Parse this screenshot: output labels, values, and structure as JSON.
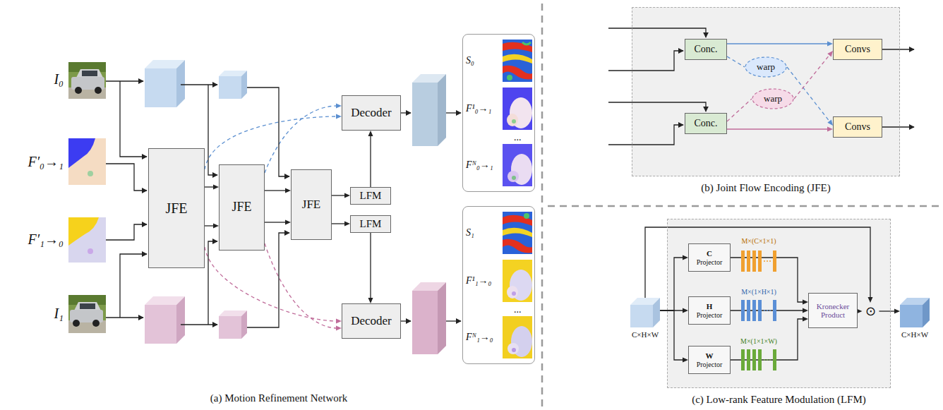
{
  "diagram": {
    "nodes": [
      {
        "text": [
          "JFE"
        ]
      },
      {
        "text": [
          "JFE"
        ]
      },
      {
        "text": [
          "JFE"
        ]
      },
      {
        "text": [
          "LFM"
        ]
      },
      {
        "text": [
          "LFM"
        ]
      },
      {
        "text": [
          "Decoder"
        ]
      },
      {
        "text": [
          "Decoder"
        ]
      },
      {
        "text": [
          "S₀",
          "F¹₀→₁",
          "...",
          "Fᴺ₀→₁"
        ]
      },
      {
        "text": [
          "S₁",
          "F¹₁→₀",
          "...",
          "Fᴺ₁→₀"
        ]
      },
      {
        "text": [
          "(b) Joint Flow Encoding (JFE)"
        ]
      },
      {
        "text": [
          "Conc."
        ],
        "in": 9
      },
      {
        "text": [
          "Conc."
        ],
        "in": 9
      },
      {
        "text": [
          "warp"
        ],
        "in": 9
      },
      {
        "text": [
          "warp"
        ],
        "in": 9
      },
      {
        "text": [
          "Convs"
        ],
        "in": 9
      },
      {
        "text": [
          "Convs"
        ],
        "in": 9
      },
      {
        "text": [
          "C×H×W"
        ]
      },
      {
        "text": [
          "(c) Low-rank Feature Modulation (LFM)"
        ]
      },
      {
        "text": [
          "C",
          "Projector"
        ],
        "in": 17
      },
      {
        "text": [
          "H",
          "Projector"
        ],
        "in": 17
      },
      {
        "text": [
          "W",
          "Projector"
        ],
        "in": 17
      },
      {
        "text": [
          "Kronecker Product"
        ],
        "in": 17
      },
      {
        "text": [
          "⊙"
        ],
        "in": 17
      },
      {
        "text": [
          "C×H×W"
        ]
      }
    ],
    "edges": [
      {
        "from": 0,
        "to": 1,
        "arrow": "to"
      },
      {
        "from": 0,
        "to": 1,
        "arrow": "to"
      },
      {
        "from": 1,
        "to": 2,
        "arrow": "to"
      },
      {
        "from": 1,
        "to": 2,
        "arrow": "to"
      },
      {
        "from": 2,
        "to": 3,
        "arrow": "to"
      },
      {
        "from": 2,
        "to": 4,
        "arrow": "to"
      },
      {
        "from": 3,
        "to": 5,
        "arrow": "to"
      },
      {
        "from": 4,
        "to": 6,
        "arrow": "to"
      },
      {
        "from": 0,
        "to": 5,
        "arrow": "to"
      },
      {
        "from": 0,
        "to": 6,
        "arrow": "to"
      },
      {
        "from": 1,
        "to": 5,
        "arrow": "to"
      },
      {
        "from": 1,
        "to": 6,
        "arrow": "to"
      },
      {
        "from": 10,
        "to": 14,
        "arrow": "to"
      },
      {
        "from": 10,
        "to": 12,
        "arrow": "none"
      },
      {
        "from": 12,
        "to": 15,
        "arrow": "to"
      },
      {
        "from": 11,
        "to": 13,
        "arrow": "none"
      },
      {
        "from": 13,
        "to": 14,
        "arrow": "to"
      },
      {
        "from": 11,
        "to": 15,
        "arrow": "to"
      },
      {
        "from": 16,
        "to": 18,
        "arrow": "to"
      },
      {
        "from": 16,
        "to": 19,
        "arrow": "to"
      },
      {
        "from": 16,
        "to": 20,
        "arrow": "to"
      },
      {
        "from": 18,
        "to": 21,
        "arrow": "to"
      },
      {
        "from": 19,
        "to": 21,
        "arrow": "to"
      },
      {
        "from": 20,
        "to": 21,
        "arrow": "to"
      },
      {
        "from": 21,
        "to": 22,
        "arrow": "to"
      },
      {
        "from": 16,
        "to": 22,
        "arrow": "to"
      },
      {
        "from": 22,
        "to": 23,
        "arrow": "to"
      }
    ],
    "labels": [
      "I₀",
      "F′₀→₁",
      "F′₁→₀",
      "I₁",
      "(a) Motion Refinement Network",
      "M×(C×1×1)",
      "M×(1×H×1)",
      "M×(1×1×W)"
    ]
  }
}
